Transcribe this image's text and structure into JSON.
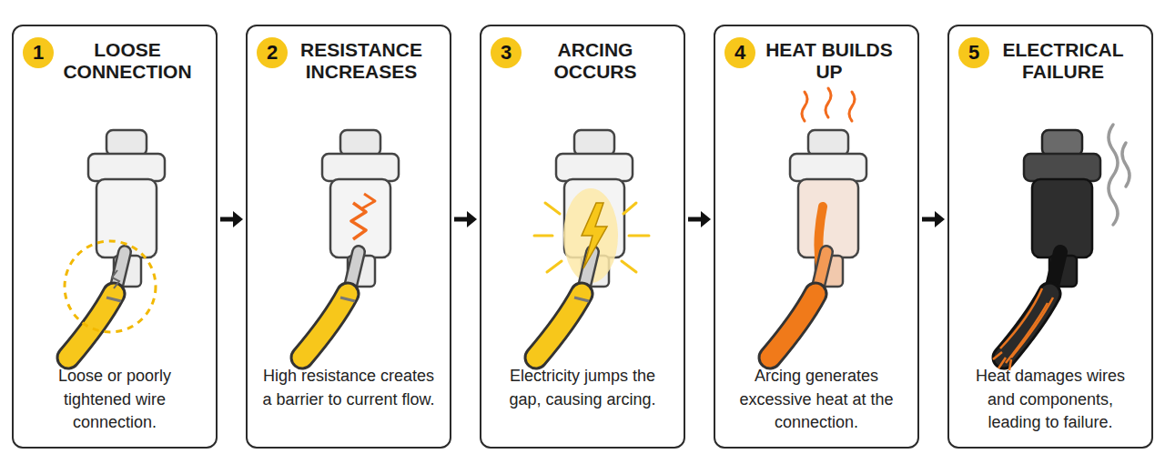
{
  "diagram": {
    "nodes": [
      {
        "text": [
          "LOOSE CONNECTION",
          "Loose or poorly tightened wire connection."
        ]
      },
      {
        "text": [
          "1"
        ],
        "in": 0
      },
      {
        "text": [
          "RESISTANCE INCREASES",
          "High resistance creates a barrier to current flow."
        ]
      },
      {
        "text": [
          "2"
        ],
        "in": 2
      },
      {
        "text": [
          "ARCING OCCURS",
          "Electricity jumps the gap, causing arcing."
        ]
      },
      {
        "text": [
          "3"
        ],
        "in": 4
      },
      {
        "text": [
          "HEAT BUILDS UP",
          "Arcing generates excessive heat at the connection."
        ]
      },
      {
        "text": [
          "4"
        ],
        "in": 6
      },
      {
        "text": [
          "ELECTRICAL FAILURE",
          "Heat damages wires and components, leading to failure."
        ]
      },
      {
        "text": [
          "5"
        ],
        "in": 8
      }
    ],
    "edges": [
      {
        "from": 0,
        "to": 2,
        "arrow": "to"
      },
      {
        "from": 2,
        "to": 4,
        "arrow": "to"
      },
      {
        "from": 4,
        "to": 6,
        "arrow": "to"
      },
      {
        "from": 6,
        "to": 8,
        "arrow": "to"
      }
    ]
  }
}
